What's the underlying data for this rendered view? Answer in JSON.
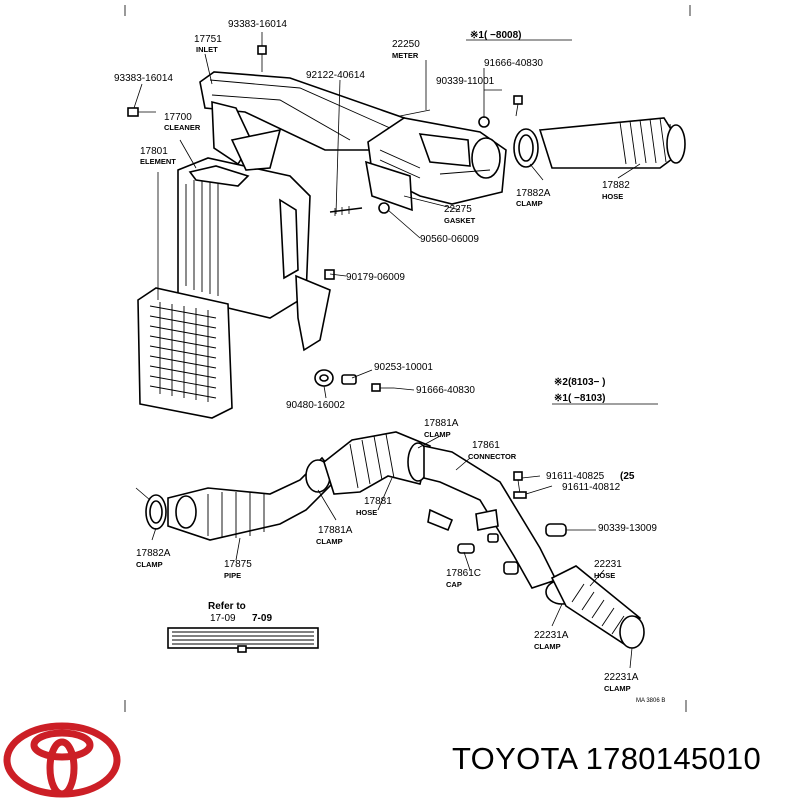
{
  "brand": {
    "name": "TOYOTA",
    "part_number": "1780145010",
    "logo_color": "#cc1f26"
  },
  "labels": {
    "p17751": "17751",
    "p17751n": "INLET",
    "p93383a": "93383-16014",
    "p93383b": "93383-16014",
    "p17700": "17700",
    "p17700n": "CLEANER",
    "p17801": "17801",
    "p17801n": "ELEMENT",
    "p92122": "92122-40614",
    "p22250": "22250",
    "p22250n": "METER",
    "p91666a": "91666-40830",
    "p90339a": "90339-11001",
    "p17882A": "17882A",
    "p17882An": "CLAMP",
    "p17882": "17882",
    "p17882n": "HOSE",
    "p22275": "22275",
    "p22275n": "GASKET",
    "p90560": "90560-06009",
    "p90179": "90179-06009",
    "p90253": "90253-10001",
    "p91666b": "91666-40830",
    "p90480": "90480-16002",
    "note1": "※1(     −8008)",
    "note2": "※2(8103−     )",
    "note3": "※1(     −8103)",
    "p17881Aa": "17881A",
    "p17881Aan": "CLAMP",
    "p17861": "17861",
    "p17861n": "CONNECTOR",
    "p91611a": "91611-40825",
    "p91611a_suffix": "(25",
    "p91611b": "91611-40812",
    "p90339b": "90339-13009",
    "p17881": "17881",
    "p17881n": "HOSE",
    "p17881Ab": "17881A",
    "p17881Abn": "CLAMP",
    "p17882A2": "17882A",
    "p17882A2n": "CLAMP",
    "p17875": "17875",
    "p17875n": "PIPE",
    "p17861C": "17861C",
    "p17861Cn": "CAP",
    "p22231": "22231",
    "p22231n": "HOSE",
    "p22231Aa": "22231A",
    "p22231Aan": "CLAMP",
    "p22231Ab": "22231A",
    "p22231Abn": "CLAMP",
    "refer": "Refer to",
    "refer_from": "17-09",
    "refer_to": "7-09",
    "code": "MA  3806 B"
  }
}
